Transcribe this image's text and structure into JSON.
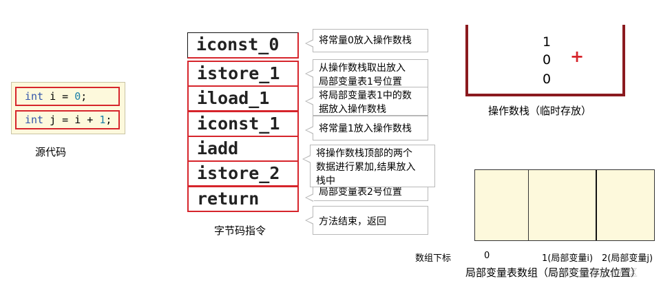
{
  "source": {
    "caption": "源代码",
    "line1": {
      "kw": "int",
      "pre": " i = ",
      "num": "0",
      "post": ";"
    },
    "line2": {
      "kw": "int",
      "pre": " j = i + ",
      "num": "1",
      "post": ";"
    }
  },
  "bytecode": {
    "caption": "字节码指令",
    "items": [
      "iconst_0",
      "istore_1",
      "iload_1",
      "iconst_1",
      "iadd",
      "istore_2",
      "return"
    ]
  },
  "notes": {
    "iconst_0": "将常量0放入操作数栈",
    "istore_1_a": "从操作数栈取出放入",
    "istore_1_b": "局部变量表1号位置",
    "iload_1_a": "将局部变量表1中的数",
    "iload_1_b": "据放入操作数栈",
    "iconst_1": "将常量1放入操作数栈",
    "iadd_a": "将操作数栈顶部的两个",
    "iadd_b": "数据进行累加,结果放入",
    "iadd_c": "栈中",
    "istore_2": "局部变量表2号位置",
    "return": "方法结束，返回"
  },
  "stack": {
    "caption": "操作数栈（临时存放）",
    "values": [
      "1",
      "0",
      "0"
    ],
    "operator": "+"
  },
  "locals": {
    "caption": "局部变量表数组（局部变量存放位置）",
    "index_label": "数组下标",
    "indices": [
      "0",
      "1(局部变量i)",
      "2(局部变量j)"
    ]
  },
  "watermark": "稀土掘金技术社区",
  "colors": {
    "highlight": "#d6242b",
    "stack_border": "#8b1a1f",
    "panel_fill": "#fdf9dc"
  }
}
